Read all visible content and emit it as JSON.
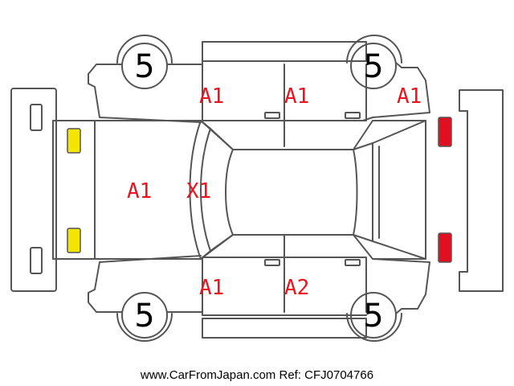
{
  "colors": {
    "outline": "#555555",
    "damage_text": "#e8141e",
    "front_lights": "#f2e600",
    "rear_lights": "#e01020"
  },
  "wheels": {
    "front_left": "5",
    "rear_left": "5",
    "front_right": "5",
    "rear_right": "5"
  },
  "damage_codes": {
    "upper_front_door": "A1",
    "upper_rear_door": "A1",
    "upper_rear_quarter": "A1",
    "hood": "A1",
    "windshield": "X1",
    "lower_front_door": "A1",
    "lower_rear_door": "A2"
  },
  "footer": {
    "site": "www.CarFromJapan.com",
    "ref": "Ref: CFJ0704766"
  }
}
